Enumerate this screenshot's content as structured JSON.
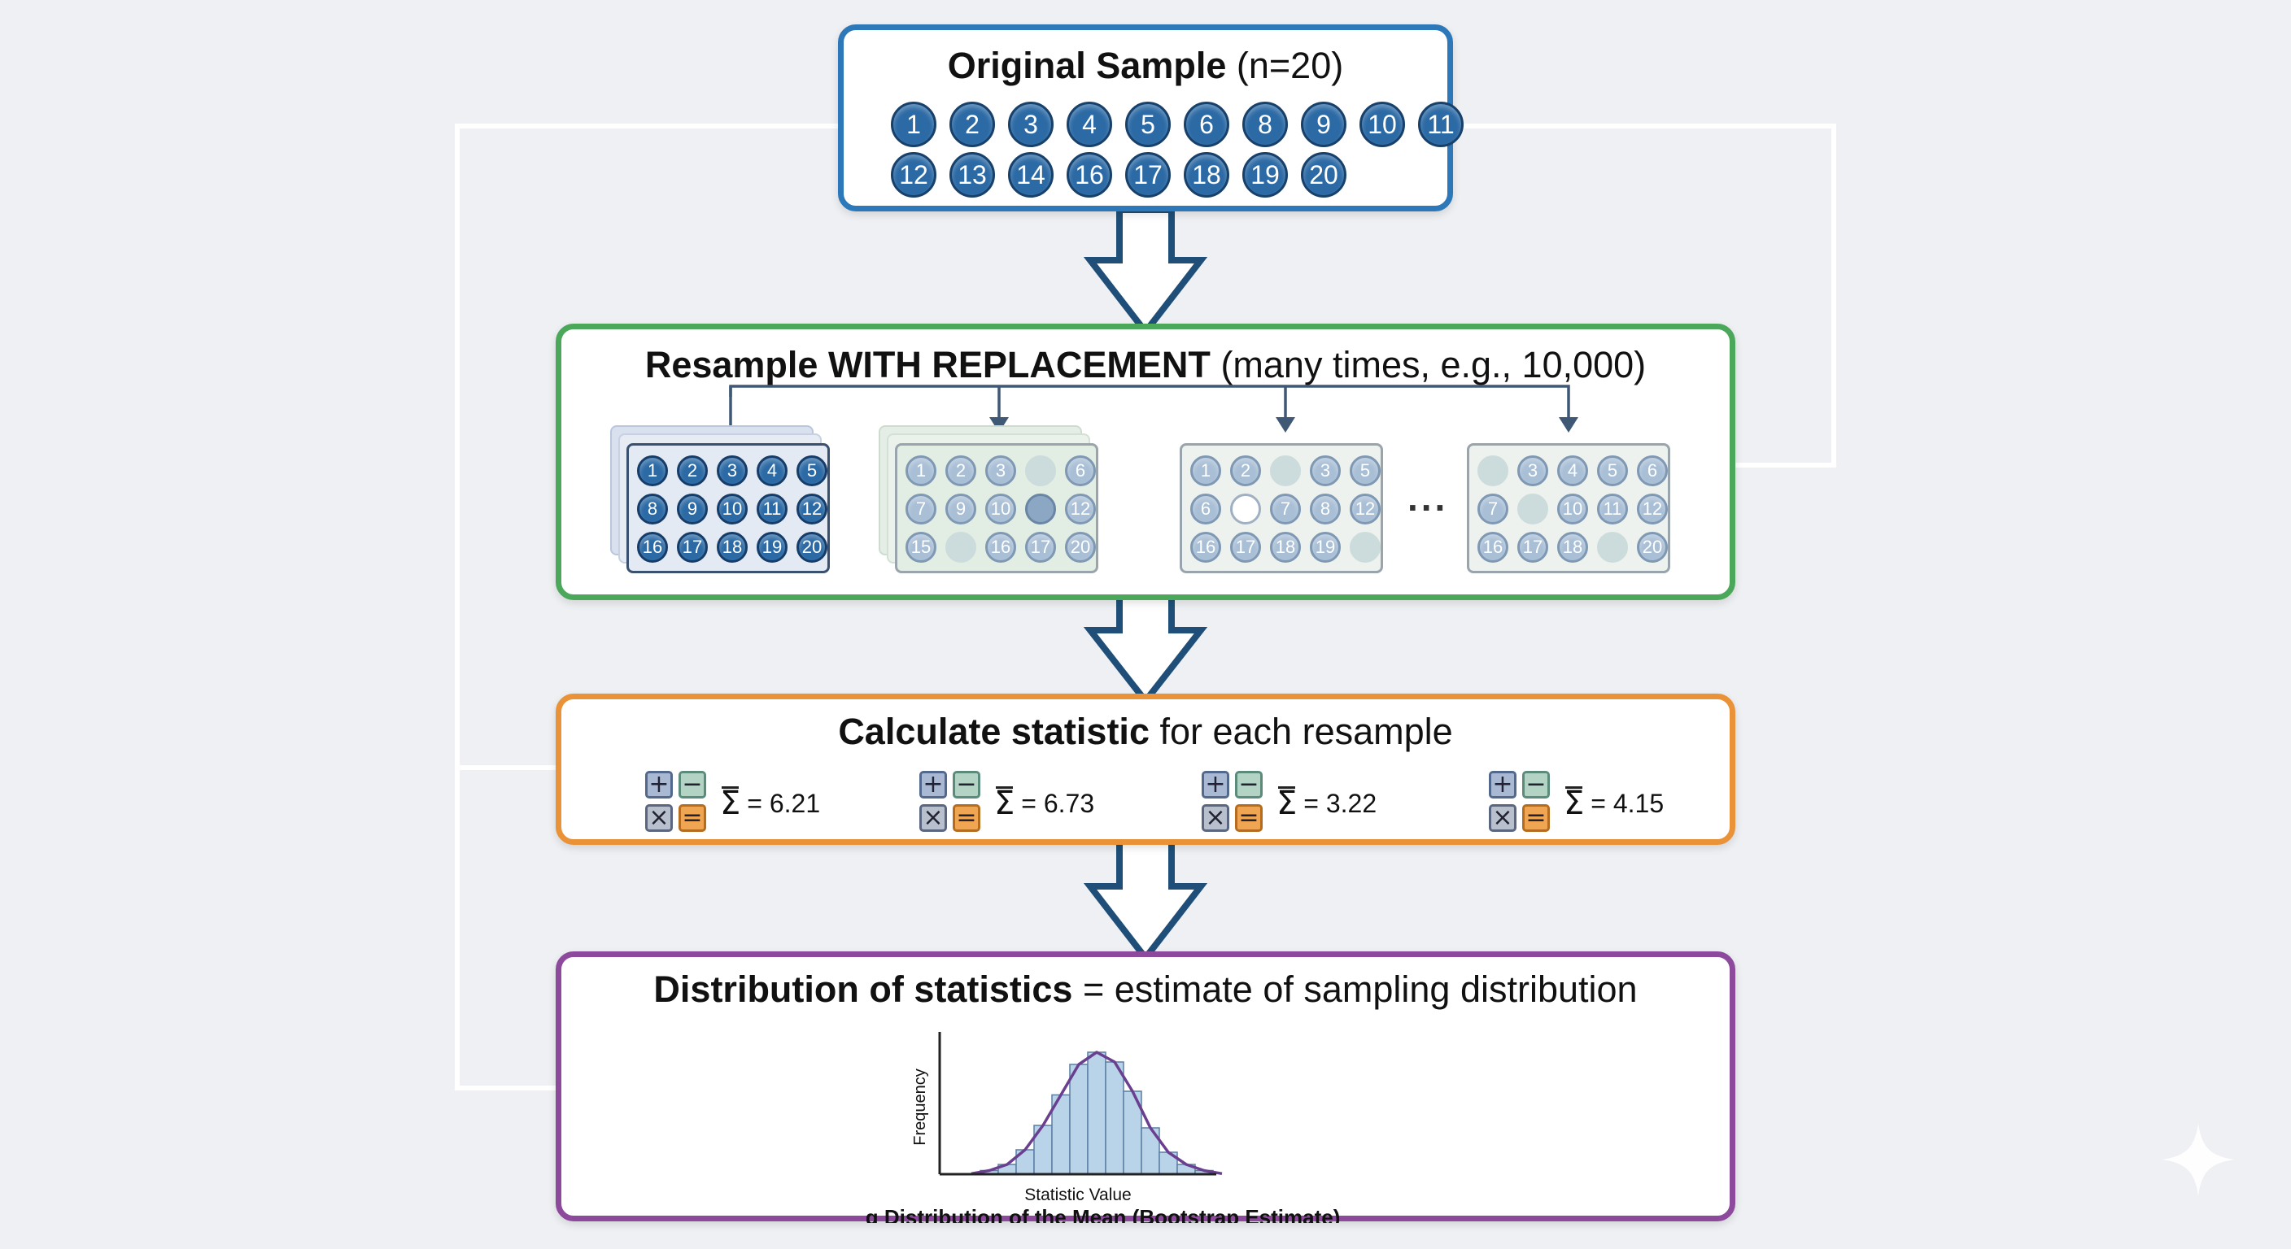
{
  "original": {
    "title_bold": "Original Sample",
    "title_rest": "(n=20)",
    "numbers": [
      "1",
      "2",
      "3",
      "4",
      "5",
      "6",
      "8",
      "9",
      "10",
      "11",
      "12",
      "13",
      "14",
      "16",
      "17",
      "18",
      "19",
      "20"
    ]
  },
  "resample": {
    "title_bold": "Resample WITH REPLACEMENT",
    "title_rest": "(many times, e.g., 10,000)",
    "ellipsis": "...",
    "cards": [
      {
        "cells": [
          [
            "1",
            "dark"
          ],
          [
            "2",
            "dark"
          ],
          [
            "3",
            "dark"
          ],
          [
            "4",
            "dark"
          ],
          [
            "5",
            "dark"
          ],
          [
            "8",
            "dark"
          ],
          [
            "9",
            "dark"
          ],
          [
            "10",
            "dark"
          ],
          [
            "11",
            "dark"
          ],
          [
            "12",
            "dark"
          ],
          [
            "16",
            "dark"
          ],
          [
            "17",
            "dark"
          ],
          [
            "18",
            "dark"
          ],
          [
            "19",
            "dark"
          ],
          [
            "20",
            "dark"
          ]
        ]
      },
      {
        "cells": [
          [
            "1",
            "light"
          ],
          [
            "2",
            "light"
          ],
          [
            "3",
            "light"
          ],
          [
            "",
            "faint"
          ],
          [
            "6",
            "light"
          ],
          [
            "7",
            "light"
          ],
          [
            "9",
            "light"
          ],
          [
            "10",
            "light"
          ],
          [
            "",
            "medium"
          ],
          [
            "12",
            "light"
          ],
          [
            "15",
            "light"
          ],
          [
            "",
            "faint"
          ],
          [
            "16",
            "light"
          ],
          [
            "17",
            "light"
          ],
          [
            "20",
            "light"
          ]
        ]
      },
      {
        "cells": [
          [
            "1",
            "light"
          ],
          [
            "2",
            "light"
          ],
          [
            "",
            "faint"
          ],
          [
            "3",
            "light"
          ],
          [
            "5",
            "light"
          ],
          [
            "6",
            "light"
          ],
          [
            "",
            "empty"
          ],
          [
            "7",
            "light"
          ],
          [
            "8",
            "light"
          ],
          [
            "12",
            "light"
          ],
          [
            "16",
            "light"
          ],
          [
            "17",
            "light"
          ],
          [
            "18",
            "light"
          ],
          [
            "19",
            "light"
          ],
          [
            "",
            "faint"
          ]
        ]
      },
      {
        "cells": [
          [
            "",
            "faint"
          ],
          [
            "3",
            "light"
          ],
          [
            "4",
            "light"
          ],
          [
            "5",
            "light"
          ],
          [
            "6",
            "light"
          ],
          [
            "7",
            "light"
          ],
          [
            "",
            "faint"
          ],
          [
            "10",
            "light"
          ],
          [
            "11",
            "light"
          ],
          [
            "12",
            "light"
          ],
          [
            "16",
            "light"
          ],
          [
            "17",
            "light"
          ],
          [
            "18",
            "light"
          ],
          [
            "",
            "faint"
          ],
          [
            "20",
            "light"
          ]
        ]
      }
    ]
  },
  "calc": {
    "title_bold": "Calculate statistic",
    "title_rest": "for each resample",
    "icon_keys": [
      "+",
      "−",
      "×",
      "="
    ],
    "symbol": "Σ",
    "items": [
      {
        "text": "= 6.21"
      },
      {
        "text": "= 6.73"
      },
      {
        "text": "= 3.22"
      },
      {
        "text": "= 4.15"
      }
    ]
  },
  "dist": {
    "title_bold": "Distribution of statistics",
    "title_rest": "= estimate of sampling distribution"
  },
  "chart_data": {
    "type": "bar",
    "title": "Sampling Distribution of the Mean (Bootstrap Estimate)",
    "xlabel": "Statistic Value",
    "ylabel": "Frequency",
    "bar_values": [
      3,
      8,
      20,
      40,
      65,
      90,
      100,
      92,
      68,
      38,
      18,
      8,
      3
    ],
    "curve": true,
    "ylim": [
      0,
      110
    ]
  },
  "colors": {
    "original_border": "#2d78b9",
    "resample_border": "#4ba85b",
    "calc_border": "#ea9238",
    "dist_border": "#8d4a9d",
    "arrow": "#1f4f78",
    "bar_fill": "#b9d3e8",
    "curve": "#6a3f8f"
  }
}
